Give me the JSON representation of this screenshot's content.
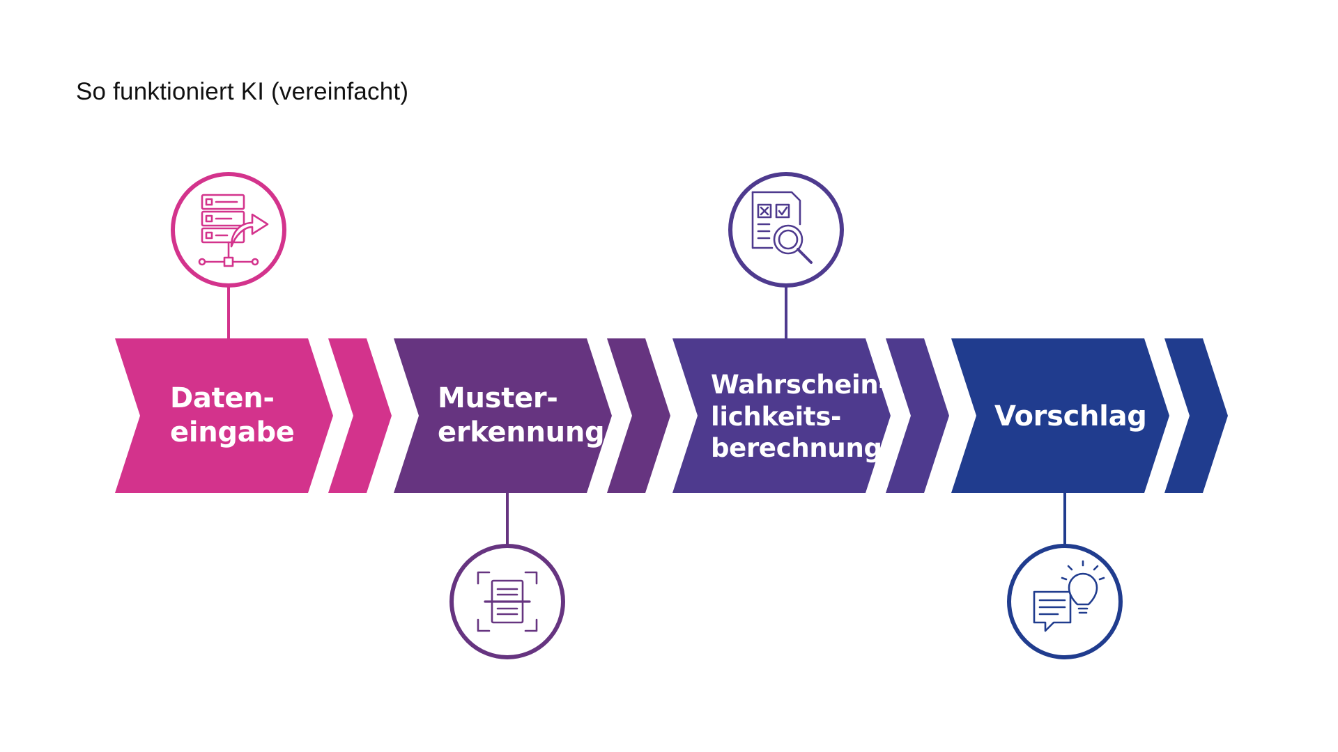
{
  "title": "So funktioniert KI (vereinfacht)",
  "colors": {
    "step1": "#D3338C",
    "step2": "#663480",
    "step3": "#4E3A8E",
    "step4": "#203C8E",
    "background": "#FFFFFF"
  },
  "steps": [
    {
      "label_lines": [
        "Daten-",
        "eingabe"
      ],
      "icon": "data-input-icon",
      "icon_position": "above"
    },
    {
      "label_lines": [
        "Muster-",
        "erkennung"
      ],
      "icon": "scan-document-icon",
      "icon_position": "below"
    },
    {
      "label_lines": [
        "Wahrschein-",
        "lichkeits-",
        "berechnung"
      ],
      "icon": "checklist-magnifier-icon",
      "icon_position": "above"
    },
    {
      "label_lines": [
        "Vorschlag"
      ],
      "icon": "idea-chat-icon",
      "icon_position": "below"
    }
  ]
}
